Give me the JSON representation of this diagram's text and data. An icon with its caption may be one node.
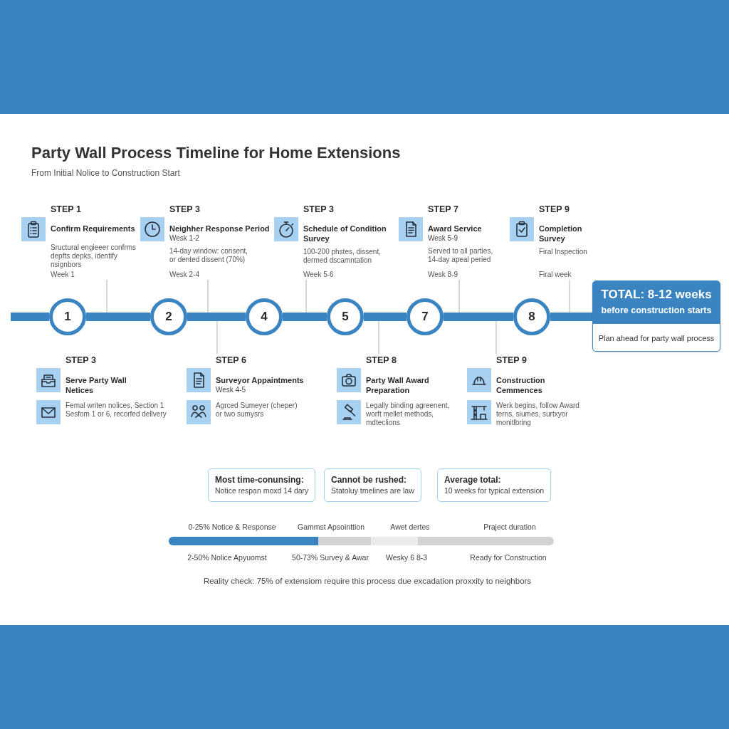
{
  "diagram": {
    "title": "Party Wall Process Timeline for Home Extensions",
    "nodes": [
      {
        "text": [],
        "shape": "bar"
      },
      {
        "text": [
          "STEP 1",
          "Confirm Requirements",
          "Sructural engieeer confrms depfts depks, identify nsignbors",
          "Week 1"
        ]
      },
      {
        "text": [
          "STEP 3",
          "Neighher Response Period",
          "Wesk 1-2",
          "14-day window: consent, or dented dissent (70%)",
          "Wesk 2-4"
        ]
      },
      {
        "text": [
          "STEP 3",
          "Schedule of Condition Survey",
          "100-200 phstes, dissent, dermed dscamntation",
          "Week 5-6"
        ]
      },
      {
        "text": [
          "STEP 7",
          "Award Service",
          "Wesk 5-9",
          "Served to all parties, 14-day apeal peried",
          "Wesk 8-9"
        ]
      },
      {
        "text": [
          "STEP 9",
          "Completion Survey",
          "Firal Inspection",
          "Firal week"
        ]
      },
      {
        "text": [
          "1"
        ]
      },
      {
        "text": [
          "2"
        ]
      },
      {
        "text": [
          "4"
        ]
      },
      {
        "text": [
          "5"
        ]
      },
      {
        "text": [
          "7"
        ]
      },
      {
        "text": [
          "8"
        ]
      },
      {
        "text": [
          "TOTAL: 8-12 weeks",
          "before construction starts",
          "Plan ahead for party wall process"
        ]
      },
      {
        "text": [
          "STEP 3",
          "Serve Party Wall Netices",
          "Femal writen nolices, Section 1 Sesfom 1 or 6, recorfed dellvery"
        ]
      },
      {
        "text": [
          "STEP 6",
          "Surveyor Appaintments",
          "Wesk 4-5",
          "Agrced Sumeyer (cheper) or two sumysrs"
        ]
      },
      {
        "text": [
          "STEP 8",
          "Party Wall Award Preparation",
          "Legally binding agreenent, worft mellet methods, mdteclions"
        ]
      },
      {
        "text": [
          "STEP 9",
          "Construction Cemmences",
          "Werk begins, follow Award terns, siumes, surtxyor monitlbring"
        ]
      },
      {
        "text": [
          "Most time-conunsing:",
          "Notice respan moxd 14 dary"
        ]
      },
      {
        "text": [
          "Cannot be rushed:",
          "Statoluy tmelines are law"
        ]
      },
      {
        "text": [
          "Average total:",
          "10 weeks for typical extension"
        ]
      },
      {
        "text": [],
        "shape": "bar"
      }
    ],
    "edges": [
      {
        "from": null,
        "to": 6,
        "arrow": "none",
        "style": "thick",
        "color": "#3a84c2"
      },
      {
        "from": 6,
        "to": 7,
        "arrow": "none",
        "style": "thick",
        "color": "#3a84c2"
      },
      {
        "from": 7,
        "to": 8,
        "arrow": "none",
        "style": "thick",
        "color": "#3a84c2"
      },
      {
        "from": 8,
        "to": 9,
        "arrow": "none",
        "style": "thick",
        "color": "#3a84c2"
      },
      {
        "from": 9,
        "to": 10,
        "arrow": "none",
        "style": "thick",
        "color": "#3a84c2"
      },
      {
        "from": 10,
        "to": 11,
        "arrow": "none",
        "style": "thick",
        "color": "#3a84c2"
      },
      {
        "from": 11,
        "to": 12,
        "arrow": "none",
        "style": "thick",
        "color": "#3a84c2"
      },
      {
        "from": 1,
        "to": null,
        "arrow": "none"
      },
      {
        "from": 2,
        "to": null,
        "arrow": "none"
      },
      {
        "from": 3,
        "to": null,
        "arrow": "none"
      },
      {
        "from": 4,
        "to": null,
        "arrow": "none"
      },
      {
        "from": 5,
        "to": null,
        "arrow": "none"
      },
      {
        "from": 14,
        "to": null,
        "arrow": "none"
      },
      {
        "from": 15,
        "to": null,
        "arrow": "none"
      },
      {
        "from": 16,
        "to": null,
        "arrow": "none"
      }
    ],
    "labels": [
      "From Initial Nolice to Construction Start",
      "0-25% Notice & Response",
      "Gammst Apsointtion",
      "Awet dertes",
      "Praject duration",
      "2-50% Nolice Apyuomst",
      "50-73% Survey & Awar",
      "Wesky 6 8-3",
      "Ready for Construction",
      "Reality check: 75% of extensiom require this process due excadation proxxity to neighbors"
    ]
  }
}
